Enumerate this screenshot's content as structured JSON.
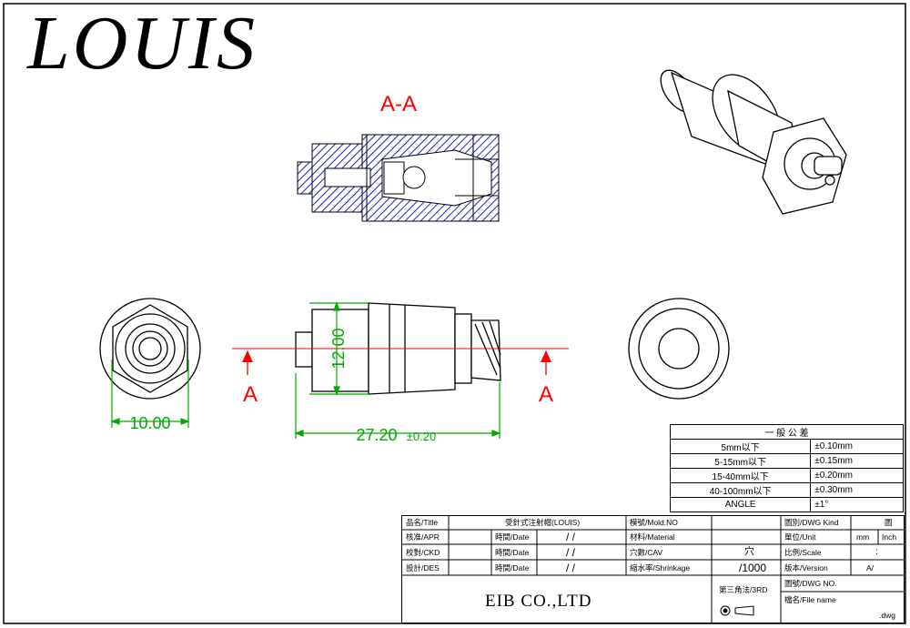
{
  "brand": {
    "logo_text": "LOUIS"
  },
  "section": {
    "label": "A-A",
    "marker_left": "A",
    "marker_right": "A"
  },
  "dimensions": {
    "width_front": "10.00",
    "height_side": "12.00",
    "length_total": "27.20",
    "length_tolerance": "±0.20"
  },
  "tolerance_table": {
    "title": "一 般 公 差",
    "rows": [
      {
        "range": "5mm以下",
        "tol": "±0.10mm"
      },
      {
        "range": "5-15mm以下",
        "tol": "±0.15mm"
      },
      {
        "range": "15-40mm以下",
        "tol": "±0.20mm"
      },
      {
        "range": "40-100mm以下",
        "tol": "±0.30mm"
      },
      {
        "range": "ANGLE",
        "tol": "±1°"
      }
    ]
  },
  "title_block": {
    "title_label": "品名/Title",
    "title_value": "受針式注射帽(LOUIS)",
    "apr_label": "核准/APR",
    "ckd_label": "校對/CKD",
    "des_label": "設計/DES",
    "date_label": "時間/Date",
    "date_value": "/   /",
    "mold_label": "模號/Mold.NO",
    "material_label": "材料/Material",
    "cav_label": "穴數/CAV",
    "cav_unit": "穴",
    "shrink_label": "縮水率/Shrinkage",
    "shrink_value": "/1000",
    "kind_label": "圖別/DWG Kind",
    "kind_value": "圖",
    "unit_label": "單位/Unit",
    "unit_mm": "mm",
    "unit_inch": "Inch",
    "scale_label": "比例/Scale",
    "scale_value": ":",
    "version_label": "版本/Version",
    "version_value": "A/",
    "dwgno_label": "圖號/DWG NO.",
    "file_label": "檔名/File name",
    "file_ext": ".dwg",
    "projection": "第三角法/3RD",
    "company": "EIB CO.,LTD"
  },
  "colors": {
    "section": "#ff0000",
    "dimension": "#00aa00",
    "hatch": "#3333cc"
  }
}
